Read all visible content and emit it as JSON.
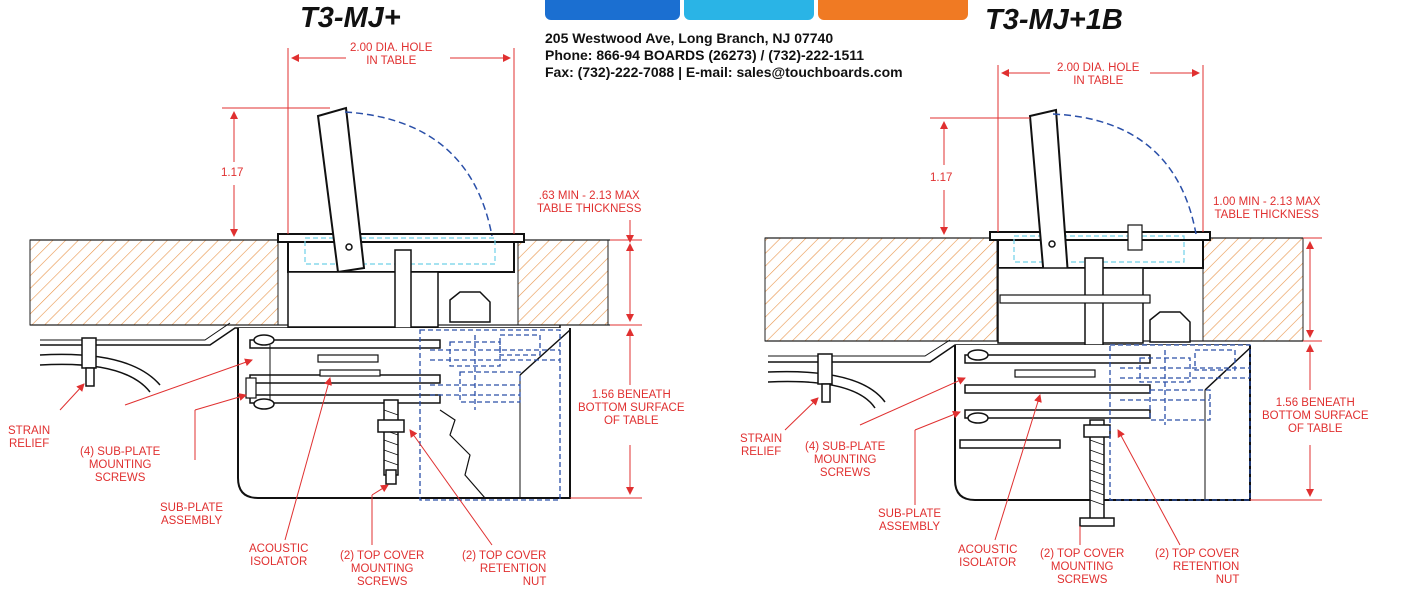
{
  "titles": {
    "left": "T3-MJ+",
    "right": "T3-MJ+1B"
  },
  "contact": {
    "address": "205 Westwood Ave, Long Branch, NJ 07740",
    "phone": "Phone: 866-94 BOARDS (26273) / (732)-222-1511",
    "fax": "Fax: (732)-222-7088 | E-mail: sales@touchboards.com"
  },
  "logo_colors": {
    "blue": "#1b6fd1",
    "cyan": "#2ab4e6",
    "orange": "#f07a23"
  },
  "colors": {
    "dimension": "#e03030",
    "hidden": "#2a4fa8",
    "hatch": "#e8944a",
    "cyan_hidden": "#6fd0e8"
  },
  "left": {
    "hole": [
      "2.00 DIA. HOLE",
      "IN TABLE"
    ],
    "height": "1.17",
    "thickness": [
      ".63 MIN - 2.13 MAX",
      "TABLE THICKNESS"
    ],
    "beneath": [
      "1.56 BENEATH",
      "BOTTOM SURFACE",
      "OF TABLE"
    ],
    "strain": [
      "STRAIN",
      "RELIEF"
    ],
    "subplate_screws": [
      "(4) SUB-PLATE",
      "MOUNTING",
      "SCREWS"
    ],
    "subplate_assembly": [
      "SUB-PLATE",
      "ASSEMBLY"
    ],
    "acoustic": [
      "ACOUSTIC",
      "ISOLATOR"
    ],
    "top_cover_screws": [
      "(2) TOP COVER",
      "MOUNTING",
      "SCREWS"
    ],
    "top_cover_nut": [
      "(2) TOP COVER",
      "RETENTION",
      "NUT"
    ]
  },
  "right": {
    "hole": [
      "2.00 DIA. HOLE",
      "IN TABLE"
    ],
    "height": "1.17",
    "thickness": [
      "1.00 MIN - 2.13 MAX",
      "TABLE THICKNESS"
    ],
    "beneath": [
      "1.56 BENEATH",
      "BOTTOM SURFACE",
      "OF TABLE"
    ],
    "strain": [
      "STRAIN",
      "RELIEF"
    ],
    "subplate_screws": [
      "(4) SUB-PLATE",
      "MOUNTING",
      "SCREWS"
    ],
    "subplate_assembly": [
      "SUB-PLATE",
      "ASSEMBLY"
    ],
    "acoustic": [
      "ACOUSTIC",
      "ISOLATOR"
    ],
    "top_cover_screws": [
      "(2) TOP COVER",
      "MOUNTING",
      "SCREWS"
    ],
    "top_cover_nut": [
      "(2) TOP COVER",
      "RETENTION",
      "NUT"
    ]
  }
}
